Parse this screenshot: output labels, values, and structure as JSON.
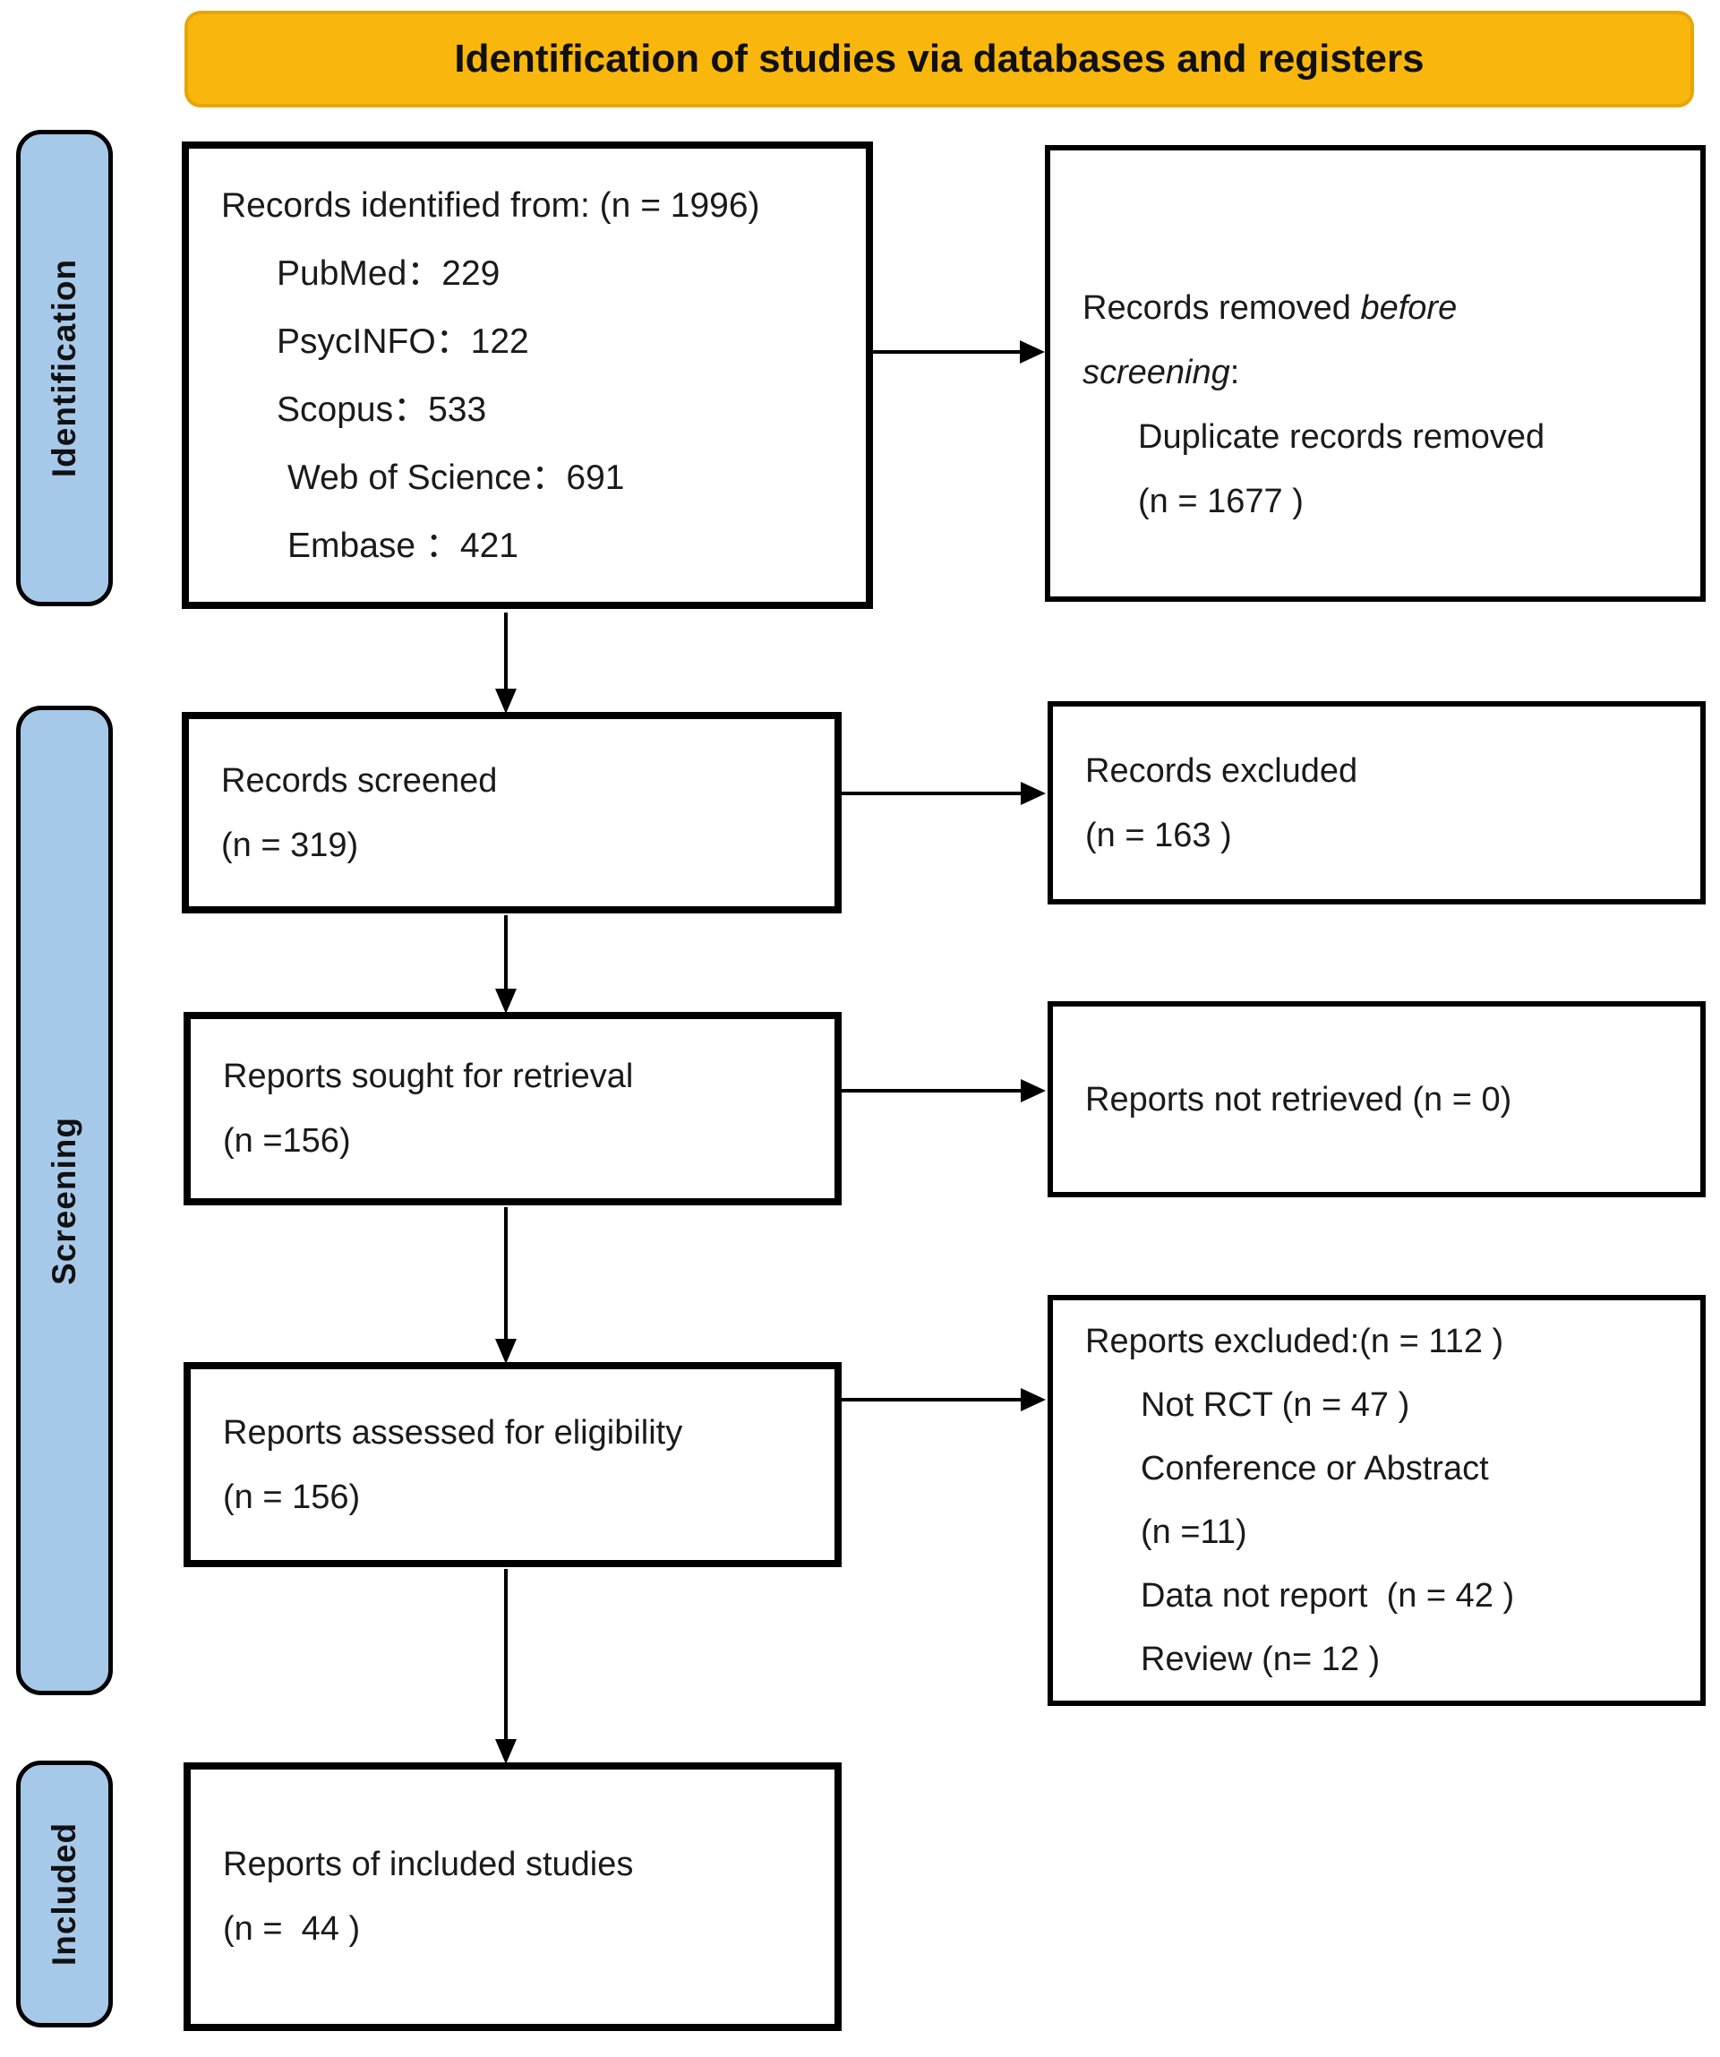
{
  "header": {
    "title": "Identification of studies via databases and registers"
  },
  "stage_labels": {
    "identification": "Identification",
    "screening": "Screening",
    "included": "Included"
  },
  "boxes": {
    "records_identified": {
      "lines": [
        {
          "indent": 0,
          "segments": [
            {
              "text": "Records identified from: (n = 1996)"
            }
          ]
        },
        {
          "indent": 1,
          "segments": [
            {
              "text": "PubMed：229"
            }
          ]
        },
        {
          "indent": 1,
          "segments": [
            {
              "text": "PsycINFO：122"
            }
          ]
        },
        {
          "indent": 1,
          "segments": [
            {
              "text": "Scopus：533"
            }
          ]
        },
        {
          "indent": 2,
          "segments": [
            {
              "text": "Web of Science：691"
            }
          ]
        },
        {
          "indent": 2,
          "segments": [
            {
              "text": "Embase ：421"
            }
          ]
        }
      ]
    },
    "records_removed": {
      "lines": [
        {
          "indent": 0,
          "segments": [
            {
              "text": "Records removed "
            },
            {
              "text": "before",
              "italic": true
            }
          ]
        },
        {
          "indent": 0,
          "segments": [
            {
              "text": "screening",
              "italic": true
            },
            {
              "text": ":"
            }
          ]
        },
        {
          "indent": 1,
          "segments": [
            {
              "text": "Duplicate records removed"
            }
          ]
        },
        {
          "indent": 1,
          "segments": [
            {
              "text": "(n = 1677 )"
            }
          ]
        }
      ]
    },
    "records_screened": {
      "lines": [
        {
          "indent": 0,
          "segments": [
            {
              "text": "Records screened"
            }
          ]
        },
        {
          "indent": 0,
          "segments": [
            {
              "text": "(n = 319)"
            }
          ]
        }
      ]
    },
    "records_excluded": {
      "lines": [
        {
          "indent": 0,
          "segments": [
            {
              "text": "Records excluded"
            }
          ]
        },
        {
          "indent": 0,
          "segments": [
            {
              "text": "(n = 163 )"
            }
          ]
        }
      ]
    },
    "reports_sought": {
      "lines": [
        {
          "indent": 0,
          "segments": [
            {
              "text": "Reports sought for retrieval"
            }
          ]
        },
        {
          "indent": 0,
          "segments": [
            {
              "text": "(n =156)"
            }
          ]
        }
      ]
    },
    "reports_not_retrieved": {
      "lines": [
        {
          "indent": 0,
          "segments": [
            {
              "text": "Reports not retrieved (n = 0)"
            }
          ]
        }
      ]
    },
    "reports_assessed": {
      "lines": [
        {
          "indent": 0,
          "segments": [
            {
              "text": "Reports assessed for eligibility"
            }
          ]
        },
        {
          "indent": 0,
          "segments": [
            {
              "text": "(n = 156)"
            }
          ]
        }
      ]
    },
    "reports_excluded": {
      "lines": [
        {
          "indent": 0,
          "segments": [
            {
              "text": "Reports excluded:(n = 112 )"
            }
          ]
        },
        {
          "indent": 1,
          "segments": [
            {
              "text": "Not RCT (n = 47 )"
            }
          ]
        },
        {
          "indent": 1,
          "segments": [
            {
              "text": "Conference or Abstract"
            }
          ]
        },
        {
          "indent": 1,
          "segments": [
            {
              "text": "(n =11)"
            }
          ]
        },
        {
          "indent": 1,
          "segments": [
            {
              "text": "Data not report  (n = 42 )"
            }
          ]
        },
        {
          "indent": 1,
          "segments": [
            {
              "text": "Review (n= 12 )"
            }
          ]
        }
      ]
    },
    "included_studies": {
      "lines": [
        {
          "indent": 0,
          "segments": [
            {
              "text": "Reports of included studies"
            }
          ]
        },
        {
          "indent": 0,
          "segments": [
            {
              "text": "(n =  44 )"
            }
          ]
        }
      ]
    }
  },
  "colors": {
    "header_bg": "#F9B70D",
    "header_border": "#E8A50A",
    "stage_bg": "#A7C9E9",
    "box_border": "#000000",
    "text": "#1A1A1A"
  }
}
